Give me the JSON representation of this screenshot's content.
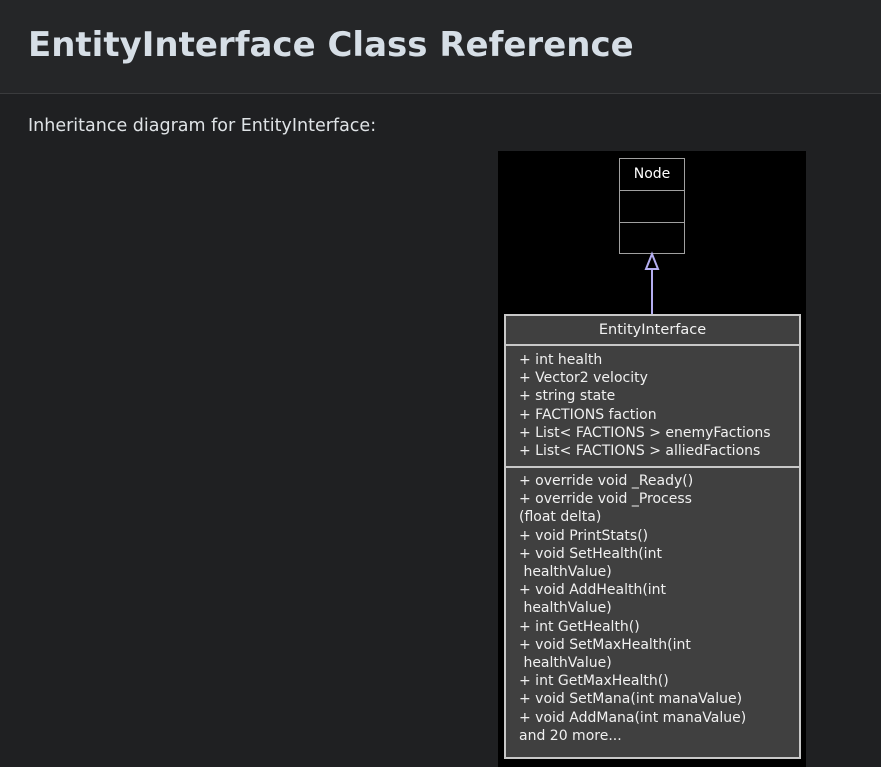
{
  "page": {
    "title": "EntityInterface Class Reference",
    "intro": "Inheritance diagram for EntityInterface:"
  },
  "diagram": {
    "base_class": {
      "name": "Node"
    },
    "class": {
      "name": "EntityInterface",
      "attributes": [
        "+ int health",
        "+ Vector2 velocity",
        "+ string state",
        "+ FACTIONS faction",
        "+ List< FACTIONS > enemyFactions",
        "+ List< FACTIONS > alliedFactions"
      ],
      "methods": [
        "+ override void _Ready()",
        "+ override void _Process",
        "(float delta)",
        "+ void PrintStats()",
        "+ void SetHealth(int",
        " healthValue)",
        "+ void AddHealth(int",
        " healthValue)",
        "+ int GetHealth()",
        "+ void SetMaxHealth(int",
        " healthValue)",
        "+ int GetMaxHealth()",
        "+ void SetMana(int manaValue)",
        "+ void AddMana(int manaValue)",
        "and 20 more..."
      ]
    },
    "colors": {
      "arrow": "#b4aef0",
      "box_border": "#c8c8c8",
      "box_fill": "#404040"
    }
  }
}
